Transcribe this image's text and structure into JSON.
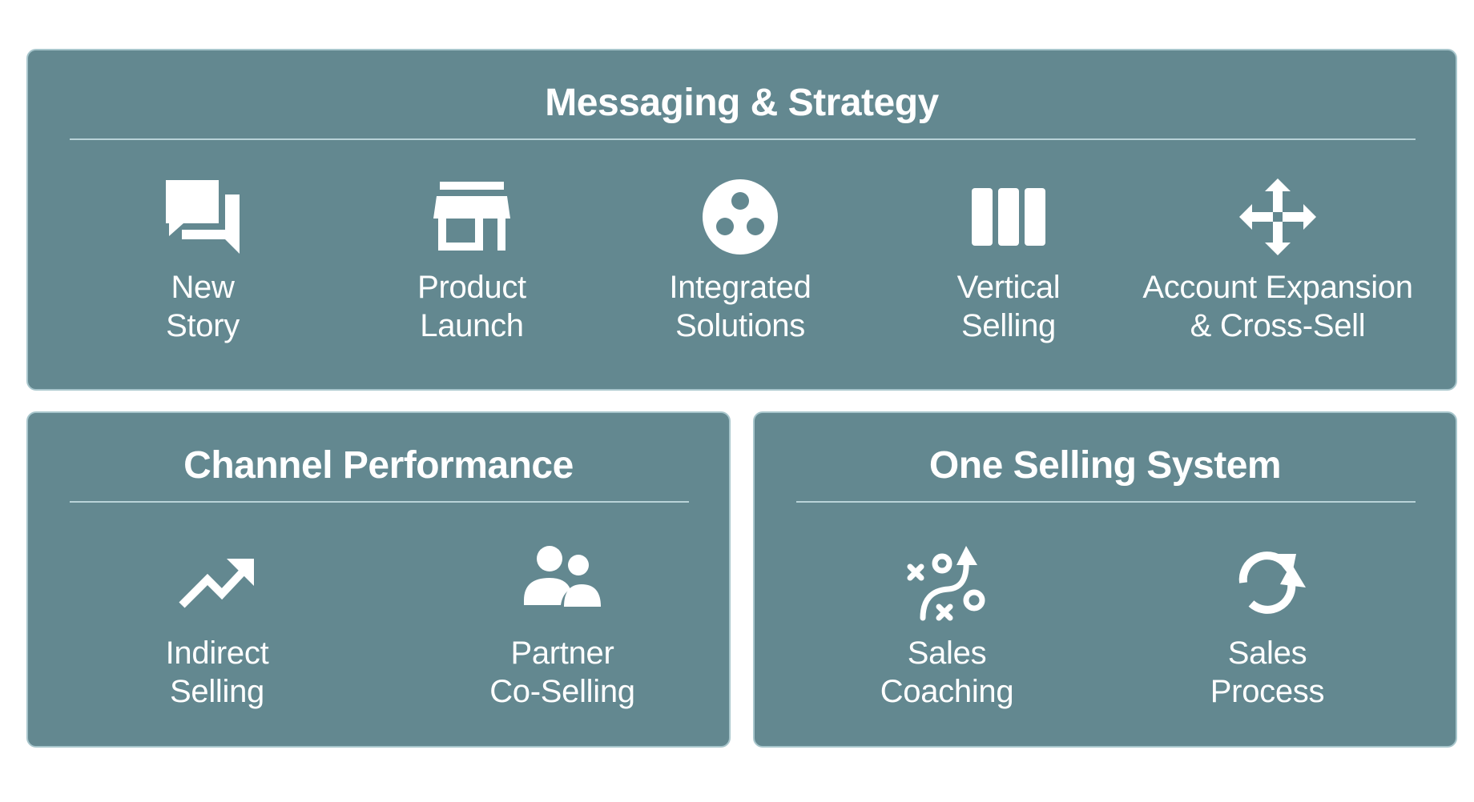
{
  "colors": {
    "panel_bg": "#638890",
    "panel_border": "#a8c6cc",
    "text": "#ffffff",
    "divider": "#b9d3d8"
  },
  "messaging": {
    "title": "Messaging & Strategy",
    "items": [
      {
        "line1": "New",
        "line2": "Story",
        "icon": "chat-bubbles-icon"
      },
      {
        "line1": "Product",
        "line2": "Launch",
        "icon": "storefront-icon"
      },
      {
        "line1": "Integrated",
        "line2": "Solutions",
        "icon": "three-dots-circle-icon"
      },
      {
        "line1": "Vertical",
        "line2": "Selling",
        "icon": "vertical-bars-icon"
      },
      {
        "line1": "Account Expansion",
        "line2": "& Cross-Sell",
        "icon": "expand-arrows-icon"
      }
    ]
  },
  "channel": {
    "title": "Channel Performance",
    "items": [
      {
        "line1": "Indirect",
        "line2": "Selling",
        "icon": "trending-up-icon"
      },
      {
        "line1": "Partner",
        "line2": "Co-Selling",
        "icon": "people-icon"
      }
    ]
  },
  "system": {
    "title": "One Selling System",
    "items": [
      {
        "line1": "Sales",
        "line2": "Coaching",
        "icon": "strategy-play-icon"
      },
      {
        "line1": "Sales",
        "line2": "Process",
        "icon": "cycle-arrows-icon"
      }
    ]
  }
}
